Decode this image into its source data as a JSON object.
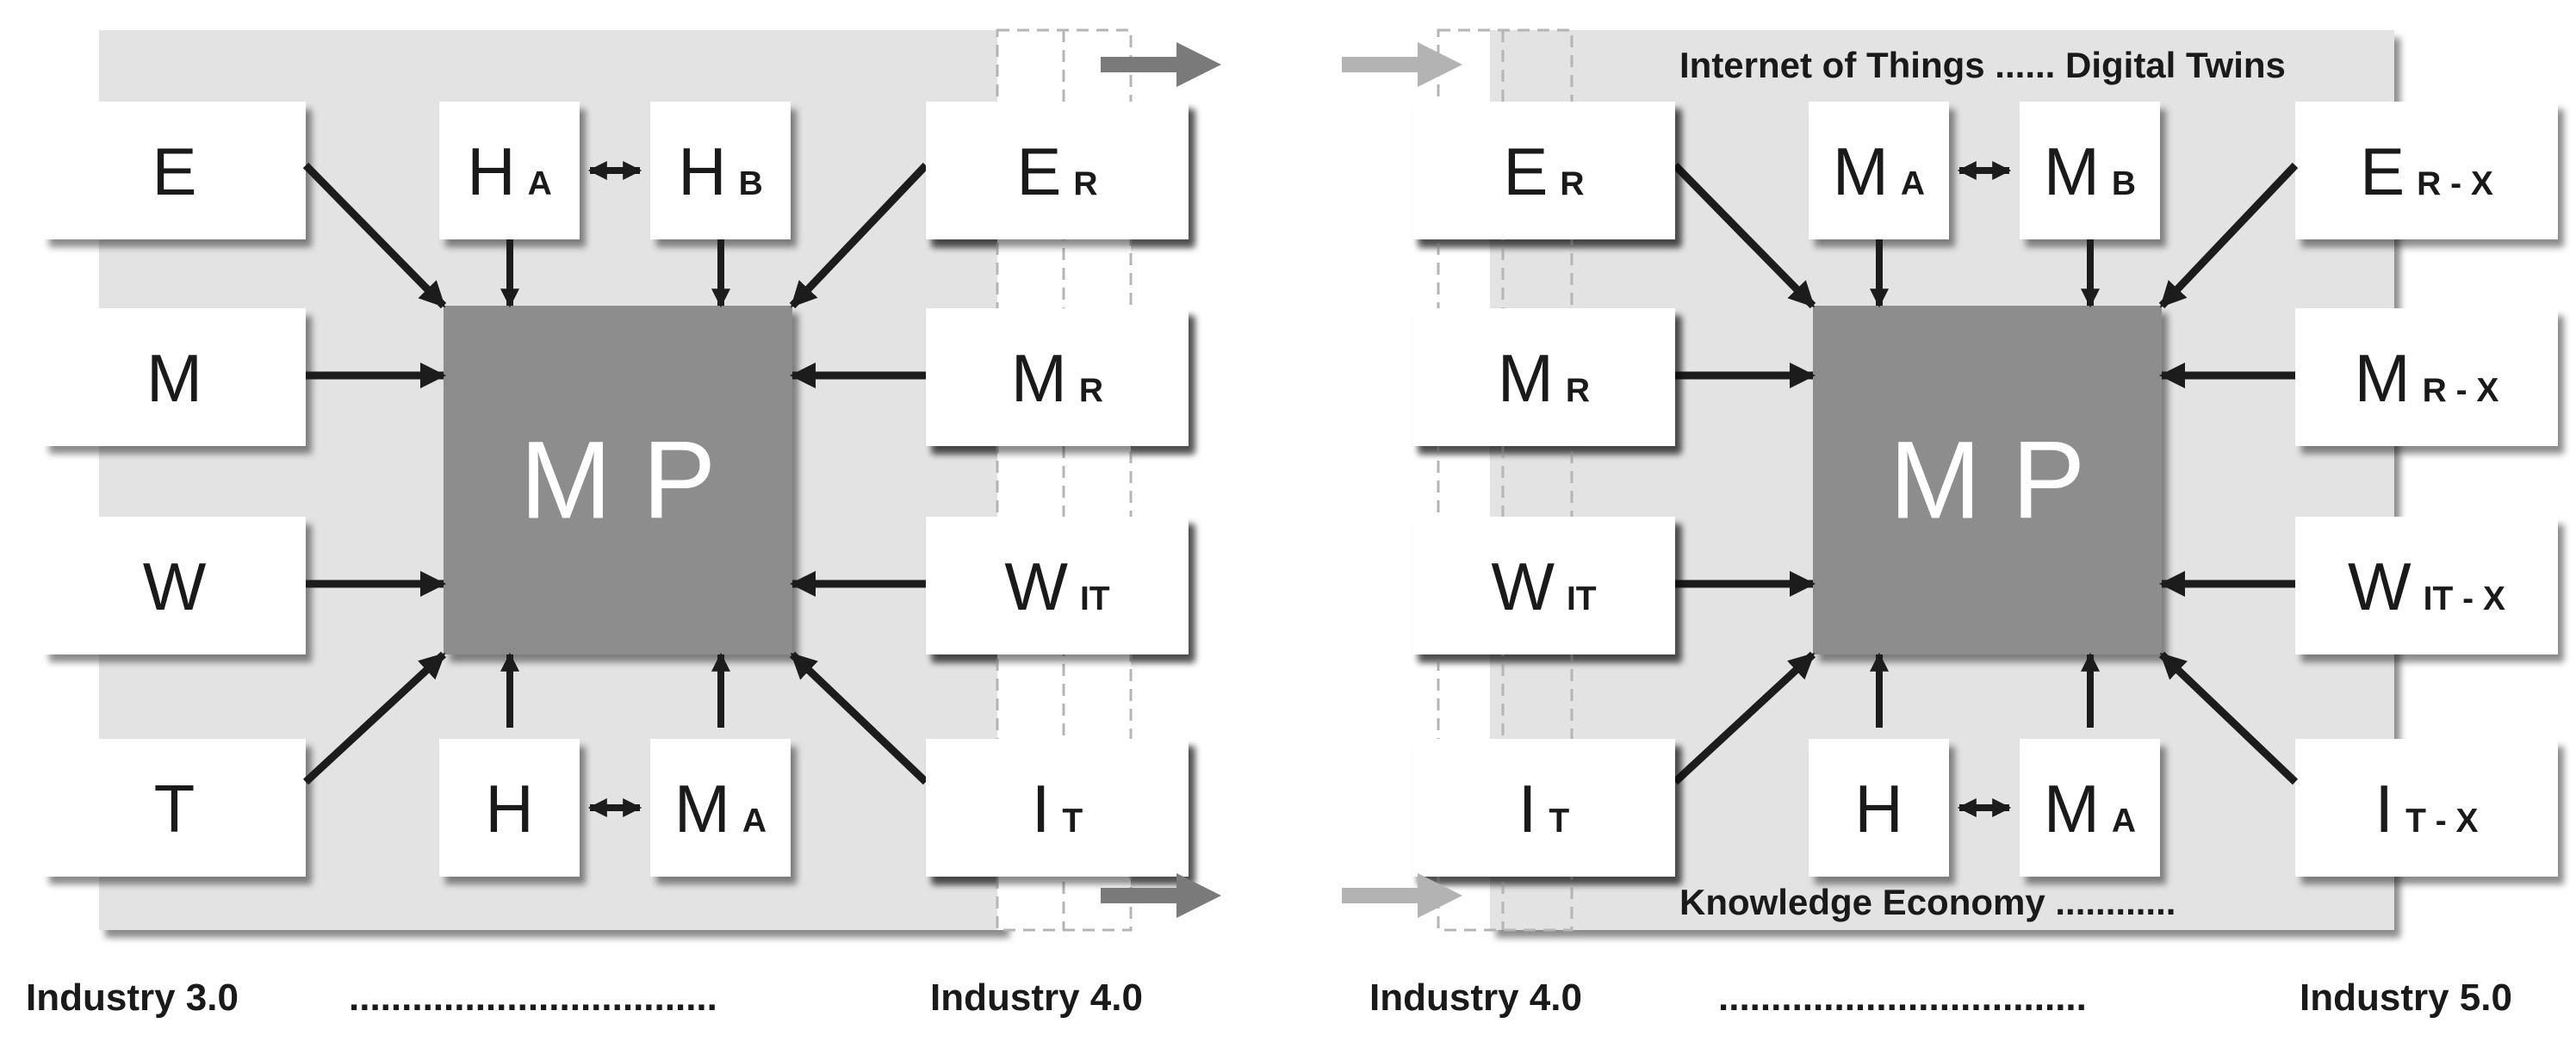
{
  "colors": {
    "panel": "#e3e3e3",
    "box": "#ffffff",
    "center": "#8d8d8d",
    "arrow": "#1c1c1c",
    "flow_arrow": "#7a7a7a",
    "flow_arrow_light": "#b3b3b3",
    "dashed": "#b5b5b5",
    "text": "#1a1a1a"
  },
  "left": {
    "center_label": "M P",
    "boxes": [
      {
        "main": "E",
        "sub": ""
      },
      {
        "main": "M",
        "sub": ""
      },
      {
        "main": "W",
        "sub": ""
      },
      {
        "main": "T",
        "sub": ""
      },
      {
        "main": "H",
        "sub": "A"
      },
      {
        "main": "H",
        "sub": "B"
      },
      {
        "main": "H",
        "sub": ""
      },
      {
        "main": "M",
        "sub": "A"
      },
      {
        "main": "E",
        "sub": "R"
      },
      {
        "main": "M",
        "sub": "R"
      },
      {
        "main": "W",
        "sub": "IT"
      },
      {
        "main": "I",
        "sub": "T"
      }
    ],
    "footer_start": "Industry 3.0",
    "footer_dots": "...................................",
    "footer_end": "Industry 4.0"
  },
  "right": {
    "center_label": "M P",
    "top_caption": "Internet of Things ...... Digital Twins",
    "bottom_caption": "Knowledge Economy ............",
    "boxes": [
      {
        "main": "E",
        "sub": "R"
      },
      {
        "main": "M",
        "sub": "R"
      },
      {
        "main": "W",
        "sub": "IT"
      },
      {
        "main": "I",
        "sub": "T"
      },
      {
        "main": "M",
        "sub": "A"
      },
      {
        "main": "M",
        "sub": "B"
      },
      {
        "main": "H",
        "sub": ""
      },
      {
        "main": "M",
        "sub": "A"
      },
      {
        "main": "E",
        "sub": "R - X"
      },
      {
        "main": "M",
        "sub": "R - X"
      },
      {
        "main": "W",
        "sub": "IT - X"
      },
      {
        "main": "I",
        "sub": "T - X"
      }
    ],
    "footer_start": "Industry 4.0",
    "footer_dots": "...................................",
    "footer_end": "Industry 5.0"
  }
}
